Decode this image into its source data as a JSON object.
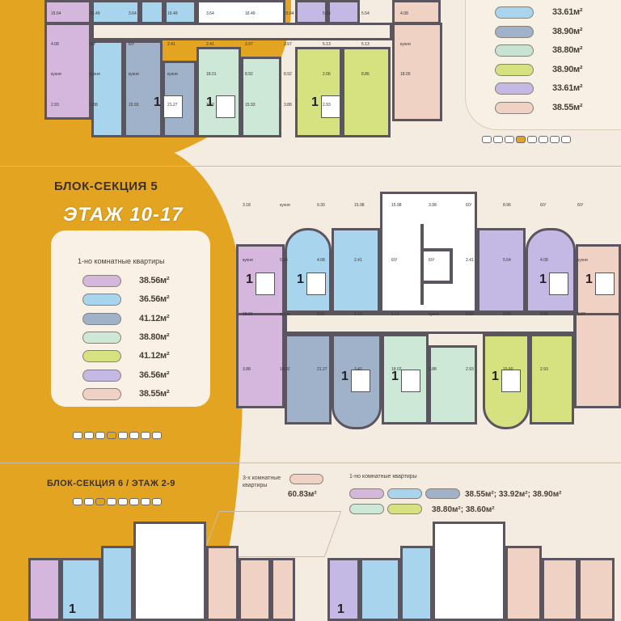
{
  "top_legend": {
    "values": [
      "33.61м²",
      "38.90м²",
      "38.80м²",
      "38.90м²",
      "33.61м²",
      "38.55м²"
    ],
    "colors": [
      "#a9d4ee",
      "#9fb2ca",
      "#c8e3d1",
      "#d6e27f",
      "#c4b9e4",
      "#f0d2c4"
    ]
  },
  "top_plan_labels": [
    "15.64",
    "16.49",
    "3.64",
    "16.49",
    "3.64",
    "16.49",
    "15.64",
    "5.54",
    "5.54",
    "4.08",
    "4.08",
    "6/У",
    "6/У",
    "2.41",
    "2.41",
    "3.97",
    "3.97",
    "5.13",
    "5.13",
    "кухня",
    "кухня",
    "кухня",
    "кухня",
    "кухня",
    "18.01",
    "8.92",
    "8.92",
    "2.06",
    "8.86",
    "18.00",
    "2.93",
    "3.88",
    "15.93",
    "21.27",
    "3.42",
    "15.93",
    "3.88",
    "2.93"
  ],
  "section5": {
    "title": "БЛОК-СЕКЦИЯ 5",
    "floor": "ЭТАЖ 10-17",
    "legend_title": "1-но комнатные квартиры",
    "values": [
      "38.56м²",
      "36.56м²",
      "41.12м²",
      "38.80м²",
      "41.12м²",
      "36.56м²",
      "38.55м²"
    ],
    "colors": [
      "#d5b6dc",
      "#a9d4ee",
      "#9fb2ca",
      "#cde8d6",
      "#d6e27f",
      "#c4b9e4",
      "#f0d2c4"
    ]
  },
  "mid_plan_labels": [
    "3.18",
    "кухня",
    "9.30",
    "15.98",
    "15.98",
    "3.98",
    "6/У",
    "8.96",
    "6/У",
    "6/У",
    "кухня",
    "5.54",
    "4.08",
    "2.41",
    "6/У",
    "6/У",
    "2.41",
    "5.54",
    "4.08",
    "кухня",
    "18.01",
    "кухня",
    "8.92",
    "5.13",
    "5.13",
    "кухня",
    "8.92",
    "2.06",
    "8.86",
    "3.97",
    "3.88",
    "18.02",
    "21.27",
    "3.42",
    "18.02",
    "3.88",
    "2.93",
    "15.60",
    "2.93"
  ],
  "section6": {
    "title": "БЛОК-СЕКЦИЯ 6 / ЭТАЖ 2-9",
    "three_room_label": "3-х комнатные квартиры",
    "three_room_value": "60.83м²",
    "one_room_label": "1-но комнатные квартиры",
    "one_room_values_row1": "38.55м²; 33.92м²; 38.90м²",
    "one_room_values_row2": "38.80м²; 38.60м²",
    "swatch_colors": [
      "#d5b6dc",
      "#a9d4ee",
      "#9fb2ca",
      "#cde8d6",
      "#d6e27f",
      "#f0d2c4"
    ]
  },
  "flat_badge": "1"
}
